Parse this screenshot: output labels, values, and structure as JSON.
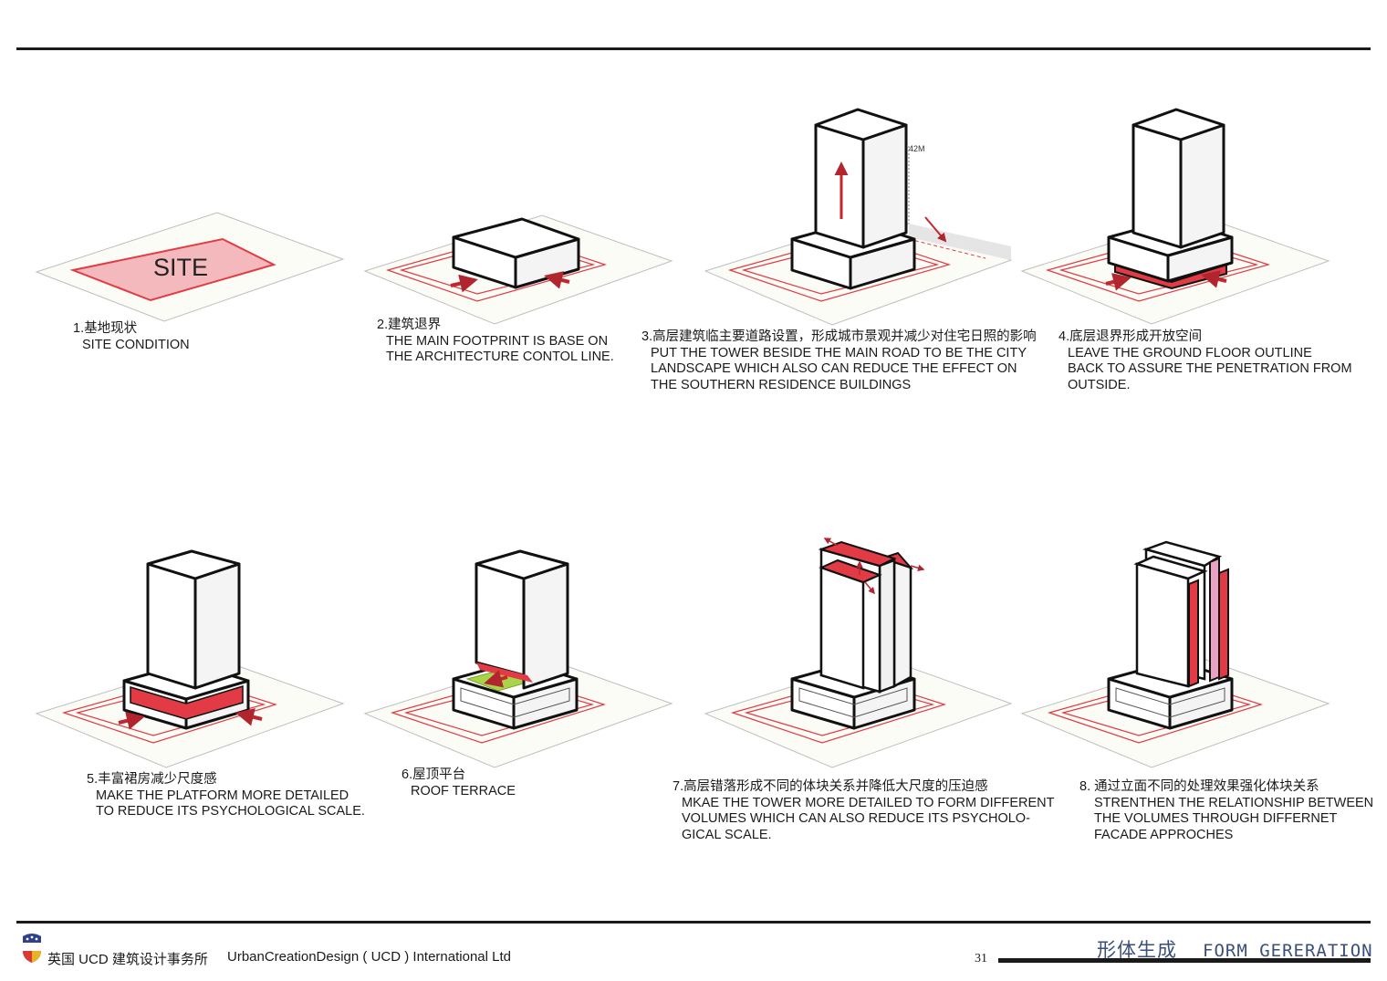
{
  "steps": [
    {
      "num_cn": "1.基地现状",
      "en": [
        "SITE CONDITION"
      ]
    },
    {
      "num_cn": "2.建筑退界",
      "en": [
        "THE MAIN FOOTPRINT IS BASE ON",
        "THE ARCHITECTURE CONTOL LINE."
      ]
    },
    {
      "num_cn": "3.高层建筑临主要道路设置，形成城市景观并减少对住宅日照的影响",
      "en": [
        "PUT THE TOWER BESIDE THE MAIN ROAD TO BE THE CITY",
        "LANDSCAPE WHICH ALSO CAN REDUCE THE EFFECT ON",
        "THE SOUTHERN RESIDENCE BUILDINGS"
      ]
    },
    {
      "num_cn": "4.底层退界形成开放空间",
      "en": [
        "LEAVE THE GROUND FLOOR OUTLINE",
        "BACK TO ASSURE THE PENETRATION FROM",
        "OUTSIDE."
      ]
    },
    {
      "num_cn": "5.丰富裙房减少尺度感",
      "en": [
        "MAKE THE PLATFORM MORE DETAILED",
        "TO REDUCE ITS PSYCHOLOGICAL SCALE."
      ]
    },
    {
      "num_cn": "6.屋顶平台",
      "en": [
        "ROOF TERRACE"
      ]
    },
    {
      "num_cn": "7.高层错落形成不同的体块关系并降低大尺度的压迫感",
      "en": [
        "MKAE THE TOWER MORE DETAILED TO FORM DIFFERENT",
        "VOLUMES WHICH CAN ALSO REDUCE ITS PSYCHOLO-",
        "GICAL SCALE."
      ]
    },
    {
      "num_cn": "8. 通过立面不同的处理效果强化体块关系",
      "en": [
        "STRENTHEN THE RELATIONSHIP BETWEEN",
        "THE VOLUMES THROUGH DIFFERNET",
        "FACADE APPROCHES"
      ]
    }
  ],
  "diagram": {
    "site_label": "SITE",
    "height_label": "42M"
  },
  "footer": {
    "company_cn": "英国 UCD 建筑设计事务所",
    "company_en": "UrbanCreationDesign ( UCD ) International Ltd",
    "page_number": "31",
    "title_cn": "形体生成",
    "title_en": "FORM GERERATION"
  },
  "colors": {
    "accent_red": "#e23b45",
    "light_red": "#f3b9bd",
    "pink": "#e9a2c4",
    "roof_green": "#a9d44a",
    "title_blue": "#3b4f7a",
    "ink": "#1a1a1a"
  }
}
